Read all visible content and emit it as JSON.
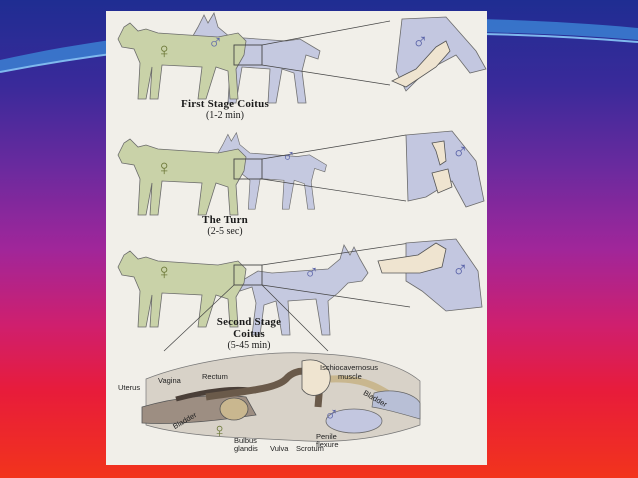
{
  "stages": [
    {
      "title": "First Stage Coitus",
      "duration": "(1-2 min)"
    },
    {
      "title": "The Turn",
      "duration": "(2-5 sec)"
    },
    {
      "title_line1": "Second Stage",
      "title_line2": "Coitus",
      "duration": "(5-45 min)"
    }
  ],
  "symbols": {
    "female": "♀",
    "male": "♂"
  },
  "anatomy_labels": {
    "uterus": "Uterus",
    "vagina": "Vagina",
    "rectum": "Rectum",
    "ischiocavernosus_1": "Ischiocavernosus",
    "ischiocavernosus_2": "muscle",
    "bladder_left": "Bladder",
    "bladder_right": "Bladder",
    "penile_1": "Penile",
    "penile_2": "flexure",
    "bulbus_1": "Bulbus",
    "bulbus_2": "glandis",
    "vulva": "Vulva",
    "scrotum": "Scrotum"
  },
  "colors": {
    "female_dog": "#c9d2a8",
    "male_dog": "#c3c7e0",
    "outline": "#6b6b6b",
    "organ": "#c9b78f"
  }
}
